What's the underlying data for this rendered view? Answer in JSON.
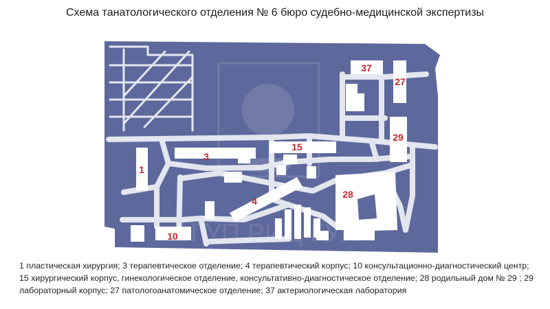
{
  "title": "Схема танатологического отделения № 6 бюро судебно-медицинской экспертизы",
  "colors": {
    "ground": "#5d699c",
    "building": "#ffffff",
    "road": "#e4e6ef",
    "label": "#c0282d"
  },
  "watermark": "ГУП РИЦ ГУП",
  "building_labels": {
    "b1": "1",
    "b3": "3",
    "b4": "4",
    "b10": "10",
    "b15": "15",
    "b27": "27",
    "b28": "28",
    "b29": "29",
    "b37": "37"
  },
  "legend": "1 пластическая хирургия; 3 терапевтическое отделение; 4 терапевтический корпус; 10 консультационно-диагностический центр; 15 хирургический корпус, гинекологическое отделение, консультативно-диагностическое отделение; 28 родильный дом № 29 ; 29 лабораторный корпус; 27 патологоанатомическое отделение; 37 актериологическая лаборатория"
}
